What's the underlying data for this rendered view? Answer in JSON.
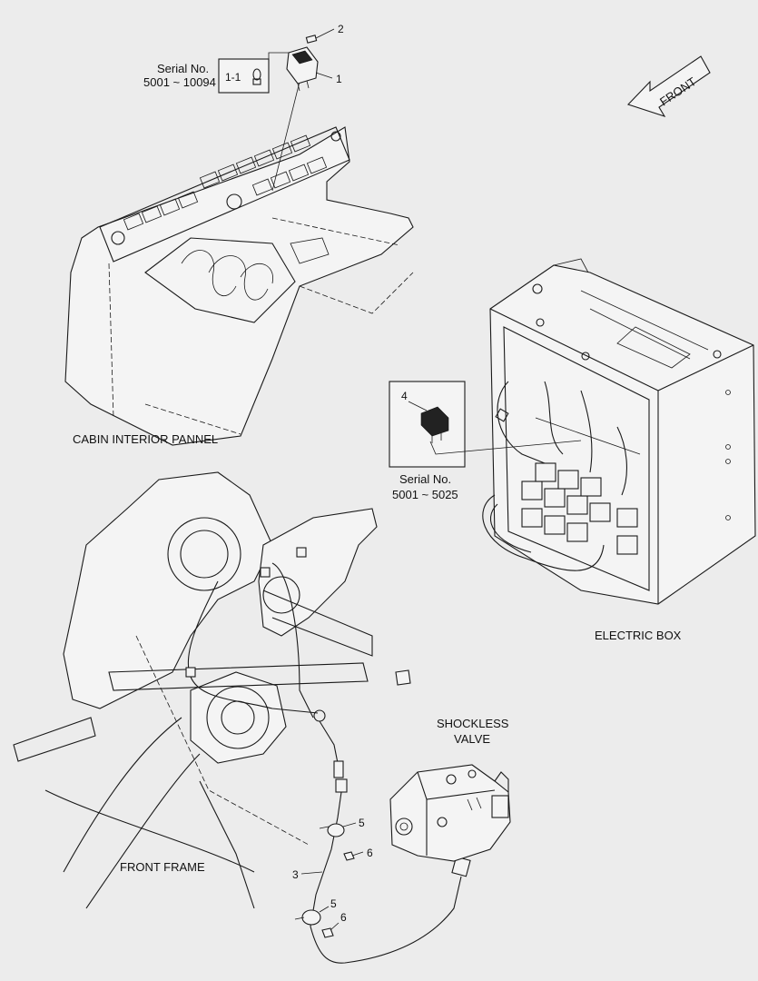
{
  "labels": {
    "cabin_panel": "CABIN INTERIOR PANNEL",
    "electric_box": "ELECTRIC BOX",
    "shockless_valve_line1": "SHOCKLESS",
    "shockless_valve_line2": "VALVE",
    "front_frame": "FRONT FRAME",
    "front_arrow": "FRONT"
  },
  "serial_switch": {
    "title": "Serial No.",
    "range": "5001 ~ 10094",
    "callout": "1-1"
  },
  "serial_relay": {
    "title": "Serial No.",
    "range": "5001 ~ 5025",
    "callout": "4"
  },
  "callouts": {
    "switch": "1",
    "switch_cap": "2",
    "harness": "3",
    "clamp_upper": "5",
    "bolt_upper": "6",
    "clamp_lower": "5",
    "bolt_lower": "6"
  },
  "colors": {
    "background": "#ececec",
    "line": "#1a1a1a"
  }
}
